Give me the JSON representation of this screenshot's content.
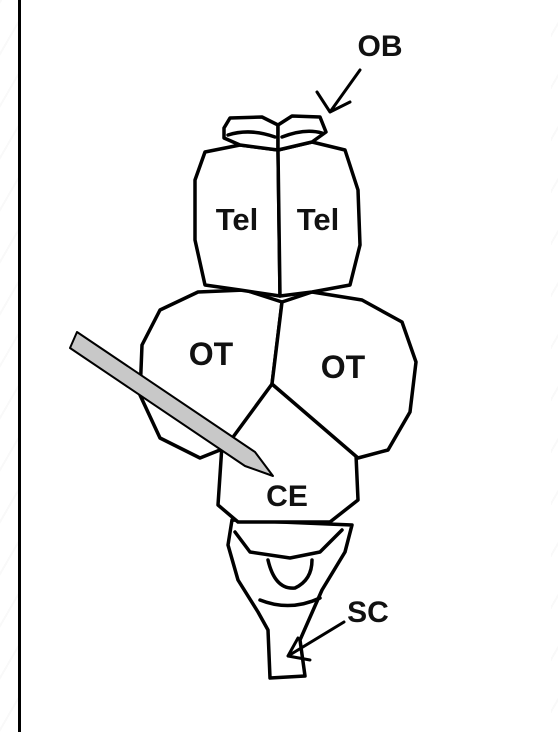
{
  "figure": {
    "labels": {
      "ob": "OB",
      "tel_left": "Tel",
      "tel_right": "Tel",
      "ot_left": "OT",
      "ot_right": "OT",
      "ce": "CE",
      "sc": "SC"
    },
    "colors": {
      "outline": "#000000",
      "fill": "#ffffff",
      "probe": "#c8c8c8"
    },
    "icons": [
      "arrow-icon",
      "probe-needle-icon"
    ]
  }
}
